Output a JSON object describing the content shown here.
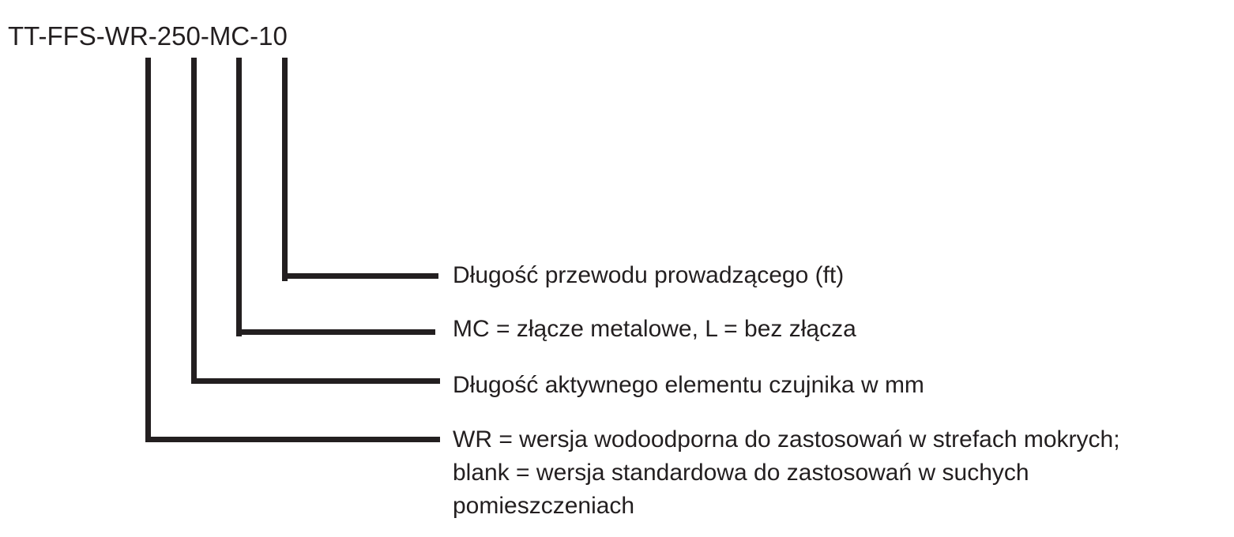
{
  "part_code": "TT-FFS-WR-250-MC-10",
  "descriptions": [
    {
      "text": "Długość przewodu prowadzącego (ft)"
    },
    {
      "text": "MC = złącze metalowe, L = bez złącza"
    },
    {
      "text": "Długość aktywnego elementu czujnika w mm"
    },
    {
      "lines": [
        "WR = wersja wodoodporna do zastosowań w strefach mokrych;",
        "blank = wersja standardowa do zastosowań w suchych",
        "pomieszczeniach"
      ]
    }
  ]
}
